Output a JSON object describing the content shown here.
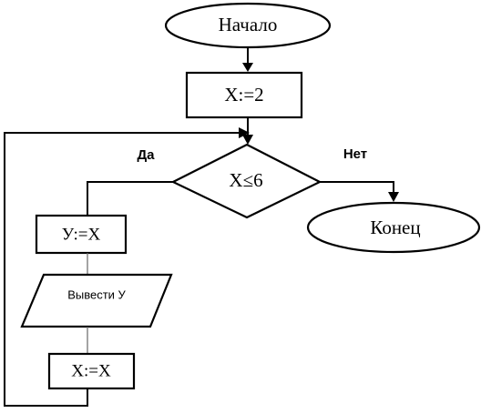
{
  "flowchart": {
    "start": "Начало",
    "assign_x": "X:=2",
    "condition": "X≤6",
    "yes": "Да",
    "no": "Нет",
    "end": "Конец",
    "assign_y": "У:=X",
    "output": "Вывести У",
    "update_x": "X:=X"
  }
}
